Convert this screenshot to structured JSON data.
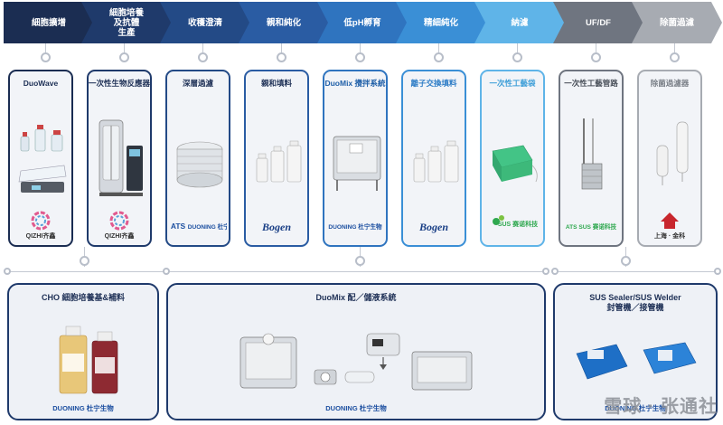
{
  "steps": [
    {
      "label": "細胞擴增",
      "color": "#1b2d52"
    },
    {
      "label": "細胞培養\n及抗體\n生產",
      "color": "#1f3a6b"
    },
    {
      "label": "收穫澄清",
      "color": "#234a86"
    },
    {
      "label": "親和純化",
      "color": "#2a5ca3"
    },
    {
      "label": "低pH孵育",
      "color": "#2f74bf"
    },
    {
      "label": "精細純化",
      "color": "#3a8fd6"
    },
    {
      "label": "納濾",
      "color": "#5fb4e8"
    },
    {
      "label": "UF/DF",
      "color": "#6f7580"
    },
    {
      "label": "除菌過濾",
      "color": "#a7abb2"
    }
  ],
  "cards": [
    {
      "title": "DuoWave",
      "border": "#1b2d52",
      "brand": "QIZHI齐鑫",
      "brand_icon": "qizhi-logo-icon"
    },
    {
      "title": "一次性生物反應器",
      "border": "#1f3a6b",
      "brand": "QIZHI齐鑫",
      "brand_icon": "qizhi-logo-icon"
    },
    {
      "title": "深層過濾",
      "border": "#234a86",
      "brand": "DUONING 杜宁生物",
      "brand_icon": "ats-duoning-logo-icon"
    },
    {
      "title": "親和填料",
      "border": "#2a5ca3",
      "brand": "Bogen",
      "brand_icon": "bogen-logo-icon"
    },
    {
      "title": "DuoMix 攪拌系統",
      "border": "#2f74bf",
      "brand": "DUONING 杜宁生物",
      "brand_icon": "duoning-logo-icon"
    },
    {
      "title": "離子交換填料",
      "border": "#3a8fd6",
      "brand": "Bogen",
      "brand_icon": "bogen-logo-icon"
    },
    {
      "title": "一次性工藝袋",
      "border": "#5fb4e8",
      "brand": "SUS 赛诺科技",
      "brand_icon": "sus-logo-icon"
    },
    {
      "title": "一次性工藝管路",
      "border": "#6f7580",
      "brand": "ATS SUS 赛诺科技",
      "brand_icon": "ats-sus-logo-icon"
    },
    {
      "title": "除菌過濾器",
      "border": "#a7abb2",
      "brand": "上海 · 金科",
      "brand_icon": "jinke-logo-icon"
    }
  ],
  "bottom": [
    {
      "title": "CHO 細胞培養基&補料",
      "brand": "DUONING 杜宁生物"
    },
    {
      "title": "DuoMix 配／儲液系統",
      "brand": "DUONING 杜宁生物"
    },
    {
      "title": "SUS Sealer/SUS Welder\n封管機／接管機",
      "brand": "DUONING 杜宁生物"
    }
  ],
  "watermark": "雪球 · 张通社"
}
